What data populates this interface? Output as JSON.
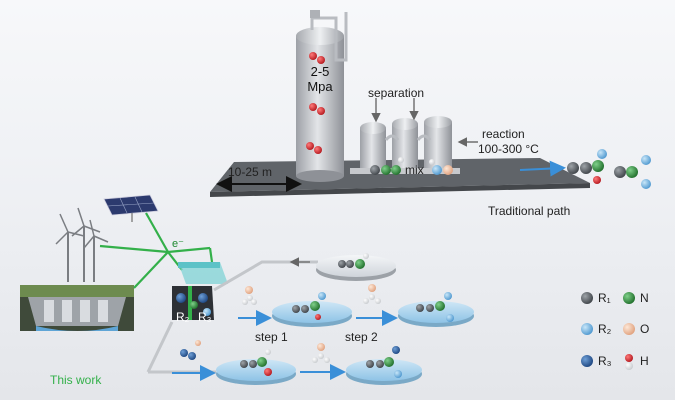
{
  "traditional": {
    "pressure_line1": "2-5",
    "pressure_line2": "Mpa",
    "separation_label": "separation",
    "reaction_label": "reaction",
    "temperature_label": "100-300 °C",
    "mix_label": "mix",
    "size_label": "10-25 m",
    "path_label": "Traditional path"
  },
  "this_work": {
    "electron_label": "e⁻",
    "r2_label": "R₂",
    "r3_label": "R₃",
    "step1_label": "step 1",
    "step2_label": "step 2",
    "path_label": "This work"
  },
  "legend": [
    {
      "symbol": "R₁",
      "color": "#555a60",
      "icon": "grey-sphere"
    },
    {
      "symbol": "N",
      "color": "#2f8a3a",
      "icon": "green-sphere"
    },
    {
      "symbol": "R₂",
      "color": "#6fb3e0",
      "icon": "light-blue-sphere"
    },
    {
      "symbol": "O",
      "color": "#f0c0a0",
      "icon": "peach-sphere"
    },
    {
      "symbol": "R₃",
      "color": "#2a5f9e",
      "icon": "dark-blue-sphere"
    },
    {
      "symbol": "H",
      "color": "#d8262c",
      "icon": "red-white-sphere"
    }
  ],
  "colors": {
    "this_work_green": "#33b04a",
    "flow_arrow_blue": "#3a8fd8",
    "platform": "#6b6f75",
    "tank": "#c9cbcf"
  }
}
